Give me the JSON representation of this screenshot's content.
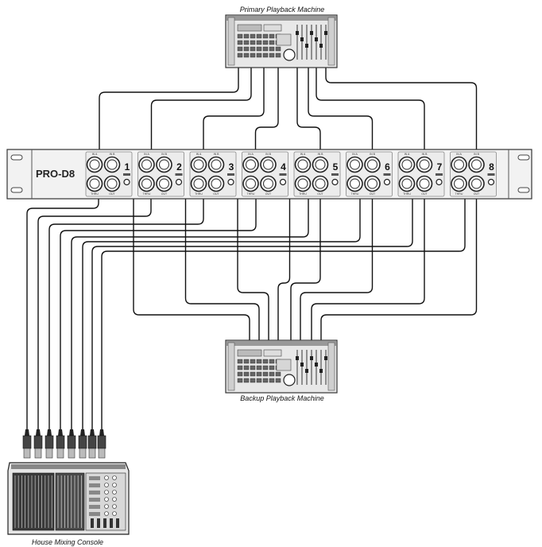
{
  "captions": {
    "primary": "Primary Playback Machine",
    "backup": "Backup Playback Machine",
    "console": "House Mixing Console"
  },
  "device": {
    "model": "PRO-D8",
    "channels": [
      "1",
      "2",
      "3",
      "4",
      "5",
      "6",
      "7",
      "8"
    ],
    "jack_labels": {
      "top_left": "IN A",
      "top_right": "IN B",
      "bottom_left": "THRU",
      "bottom_right": "OUT"
    }
  }
}
